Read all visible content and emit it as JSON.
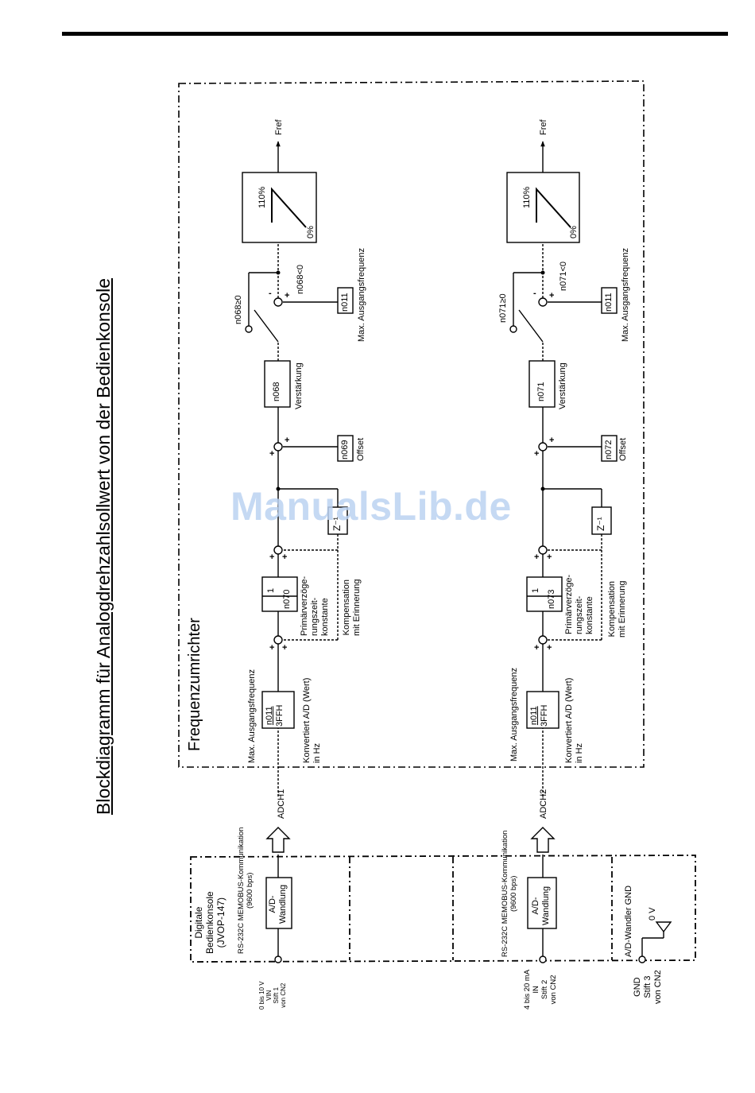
{
  "title": "Blockdiagramm für Analogdrehzahlsollwert von der Bedienkonsole",
  "inverter": {
    "label": "Frequenzumrichter"
  },
  "console": {
    "name_lines": [
      "Digitale",
      "Bedienkonsole",
      "(JVOP-147)"
    ],
    "comm1_lines": [
      "RS-232C MEMOBUS-Kommunikation",
      "(9600 bps)"
    ],
    "comm2_lines": [
      "RS-232C MEMOBUS-Kommunikation",
      "(9600 bps)"
    ],
    "ad_label_lines": [
      "A/D-",
      "Wandlung"
    ],
    "ad_gnd_label": "A/D-Wandler GND",
    "zero_v": "0 V"
  },
  "inputs": {
    "vin_lines": [
      "0 bis 10 V",
      "VIN",
      "Stift 1",
      "von CN2"
    ],
    "iin_lines": [
      "4 bis 20 mA",
      "IN",
      "Stift 2",
      "von CN2"
    ],
    "gnd_lines": [
      "GND",
      "Stift 3",
      "von CN2"
    ]
  },
  "channel1": {
    "adch": "ADCH1",
    "maxfreq_top": "Max. Ausgangsfrequenz",
    "conv_param": [
      "n011",
      "3FFH"
    ],
    "conv_lines": [
      "Konvertiert A/D (Wert)",
      "in Hz"
    ],
    "filter_num": "1",
    "filter_param": "n070",
    "filter_lines": [
      "Primärverzöge-",
      "rungszeit-",
      "konstante"
    ],
    "comp_lines": [
      "Kompensation",
      "mit Erinnerung"
    ],
    "delay": "Z⁻¹",
    "offset_param": "n069",
    "offset_label": "Offset",
    "gain_param": "n068",
    "gain_label": "Verstärkung",
    "switch_pos": "n068≥0",
    "switch_neg": "n068<0",
    "limit_param": "n011",
    "limit_label": "Max. Ausgangsfrequenz",
    "limiter_top": "110%",
    "limiter_bottom": "0%",
    "output": "Fref"
  },
  "channel2": {
    "adch": "ADCH2",
    "maxfreq_top": "Max. Ausgangsfrequenz",
    "conv_param": [
      "n011",
      "3FFH"
    ],
    "conv_lines": [
      "Konvertiert A/D (Wert)",
      "in Hz"
    ],
    "filter_num": "1",
    "filter_param": "n073",
    "filter_lines": [
      "Primärverzöge-",
      "rungszeit-",
      "konstante"
    ],
    "comp_lines": [
      "Kompensation",
      "mit Erinnerung"
    ],
    "delay": "Z⁻¹",
    "offset_param": "n072",
    "offset_label": "Offset",
    "gain_param": "n071",
    "gain_label": "Verstärkung",
    "switch_pos": "n071≥0",
    "switch_neg": "n071<0",
    "limit_param": "n011",
    "limit_label": "Max. Ausgangsfrequenz",
    "limiter_top": "110%",
    "limiter_bottom": "0%",
    "output": "Fref"
  },
  "watermark": "ManualsLib.de"
}
